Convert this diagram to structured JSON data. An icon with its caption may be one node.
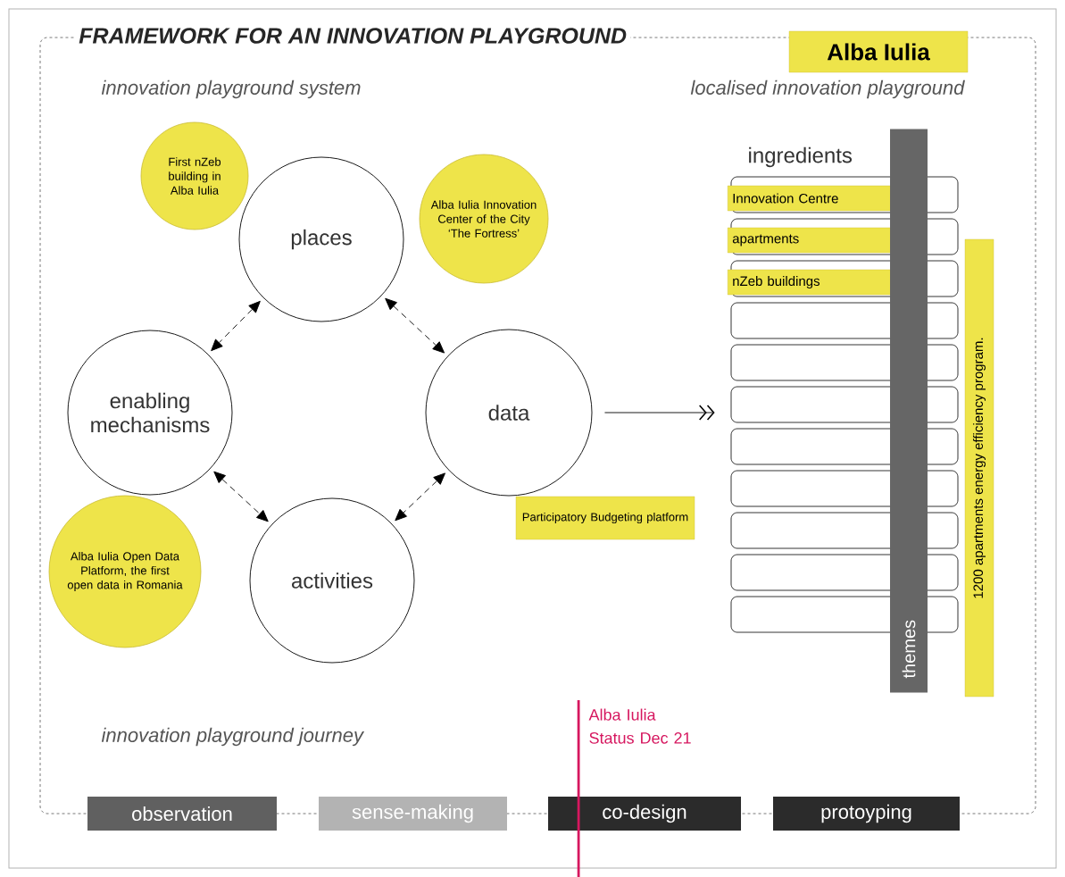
{
  "diagram": {
    "title": "FRAMEWORK FOR AN INNOVATION PLAYGROUND",
    "nodes": [
      {
        "text": [
          "places"
        ]
      },
      {
        "text": [
          "enabling mechanisms"
        ]
      },
      {
        "text": [
          "data"
        ]
      },
      {
        "text": [
          "activities"
        ]
      },
      {
        "text": [
          "First nZeb building in Alba Iulia"
        ]
      },
      {
        "text": [
          "Alba Iulia Innovation Center of the City ‘The Fortress’"
        ]
      },
      {
        "text": [
          "Alba Iulia Open Data Platform, the first open data in Romania"
        ]
      },
      {
        "text": [
          "Participatory Budgeting platform"
        ]
      },
      {
        "text": [
          "Alba Iulia"
        ]
      },
      {
        "text": [
          "Innovation Centre"
        ]
      },
      {
        "text": [
          "apartments"
        ]
      },
      {
        "text": [
          "nZeb buildings"
        ]
      },
      {
        "text": [],
        "shape": "box"
      },
      {
        "text": [],
        "shape": "box"
      },
      {
        "text": [],
        "shape": "box"
      },
      {
        "text": [],
        "shape": "box"
      },
      {
        "text": [],
        "shape": "box"
      },
      {
        "text": [],
        "shape": "box"
      },
      {
        "text": [],
        "shape": "box"
      },
      {
        "text": [],
        "shape": "box"
      },
      {
        "text": [
          "themes"
        ]
      },
      {
        "text": [
          "1200 apartments energy efficiency program."
        ]
      },
      {
        "text": [
          "observation"
        ]
      },
      {
        "text": [
          "sense-making"
        ]
      },
      {
        "text": [
          "co-design"
        ]
      },
      {
        "text": [
          "protoyping"
        ]
      }
    ],
    "edges": [
      {
        "from": 0,
        "to": 1,
        "arrow": "both",
        "style": "dashed"
      },
      {
        "from": 0,
        "to": 2,
        "arrow": "both",
        "style": "dashed"
      },
      {
        "from": 2,
        "to": 3,
        "arrow": "both",
        "style": "dashed"
      },
      {
        "from": 1,
        "to": 3,
        "arrow": "both",
        "style": "dashed"
      },
      {
        "from": 2,
        "to": 14,
        "arrow": "to"
      }
    ],
    "labels": [
      "innovation playground system",
      "localised innovation playground",
      "ingredients",
      "innovation playground journey",
      "Alba Iulia Status Dec 21"
    ]
  }
}
